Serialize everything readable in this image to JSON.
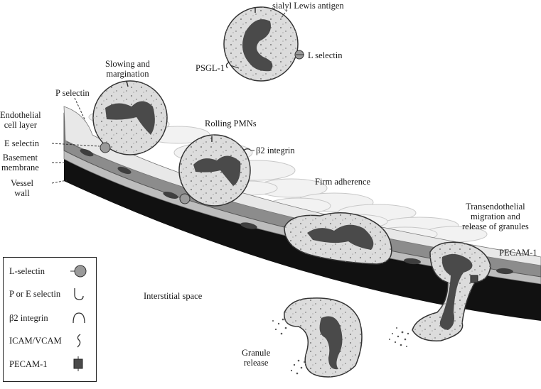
{
  "labels": {
    "sialyl_lewis": "sialyl Lewis antigen",
    "l_selectin": "L selectin",
    "psgl1": "PSGL-1",
    "slowing": "Slowing and\nmargination",
    "p_selectin": "P selectin",
    "endothelial": "Endothelial\ncell layer",
    "e_selectin": "E selectin",
    "basement": "Basement\nmembrane",
    "vessel": "Vessel\nwall",
    "rolling": "Rolling PMNs",
    "b2_integrin": "β2 integrin",
    "firm": "Firm adherence",
    "transendo": "Transendothelial\nmigration and\nrelease of granules",
    "pecam": "PECAM-1",
    "interstitial": "Interstitial space",
    "granule": "Granule\nrelease"
  },
  "legend": {
    "items": [
      {
        "label": "L-selectin",
        "icon": "l-selectin-ball-icon"
      },
      {
        "label": "P or E selectin",
        "icon": "selectin-hook-icon"
      },
      {
        "label": "β2 integrin",
        "icon": "integrin-loop-icon"
      },
      {
        "label": "ICAM/VCAM",
        "icon": "icam-squiggle-icon"
      },
      {
        "label": "PECAM-1",
        "icon": "pecam-square-icon"
      }
    ]
  },
  "colors": {
    "cell_fill": "#dcdcdc",
    "nucleus": "#4a4a4a",
    "endothelium": "#8a8a8a",
    "basement": "#bdbdbd",
    "vessel_wall": "#111111",
    "marker": "#9a9a9a"
  }
}
